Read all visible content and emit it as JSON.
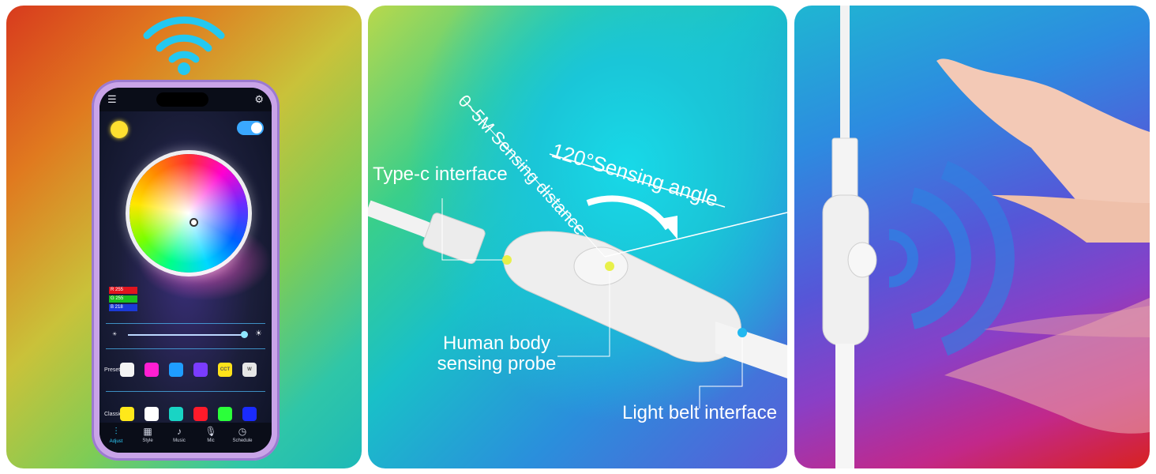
{
  "panels": {
    "app": {
      "rgb_readout": {
        "r": "R 255",
        "g": "G 255",
        "b": "B 218"
      },
      "preset_label": "Preset",
      "classic_label": "Classic",
      "preset_swatches": [
        {
          "color": "#f4f4f4",
          "text": ""
        },
        {
          "color": "#ff1ed2",
          "text": ""
        },
        {
          "color": "#1f9dff",
          "text": ""
        },
        {
          "color": "#7a3cff",
          "text": ""
        },
        {
          "color": "#ffe21a",
          "text": "CCT"
        },
        {
          "color": "#e6e6e6",
          "text": "W"
        }
      ],
      "classic_swatches": [
        "#ffe81a",
        "#ffffff",
        "#19d4c4",
        "#ff1a2a",
        "#2bff3a",
        "#1a2bff"
      ],
      "nav": [
        {
          "icon": "sliders-icon",
          "label": "Adjust"
        },
        {
          "icon": "grid-icon",
          "label": "Style"
        },
        {
          "icon": "music-icon",
          "label": "Music"
        },
        {
          "icon": "mic-icon",
          "label": "Mic"
        },
        {
          "icon": "timer-icon",
          "label": "Schedule"
        }
      ]
    },
    "sensor": {
      "type_c_label": "Type-c interface",
      "distance_label": "0~5M Sensing distance",
      "angle_label": "120°Sensing angle",
      "probe_label_line1": "Human body",
      "probe_label_line2": "sensing probe",
      "light_belt_label": "Light belt interface",
      "dot_colors": {
        "type_c": "#e8f04a",
        "probe": "#e8f04a",
        "light_belt": "#21b8f0"
      }
    }
  }
}
